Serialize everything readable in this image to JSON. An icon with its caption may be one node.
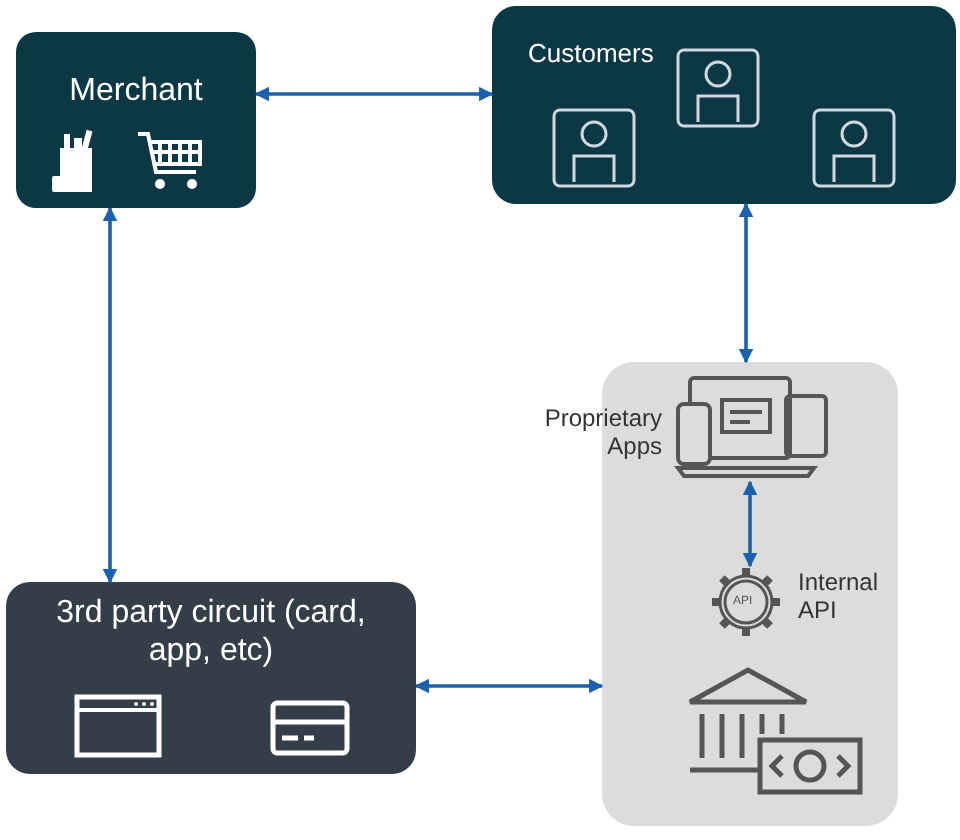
{
  "diagram": {
    "nodes": [
      {
        "text": [
          "Merchant"
        ]
      },
      {
        "text": [
          "Customers"
        ]
      },
      {
        "text": [],
        "shape": "box"
      },
      {
        "text": [
          "Proprietary Apps"
        ],
        "in": 2
      },
      {
        "text": [
          "Internal API"
        ],
        "in": 2
      },
      {
        "text": [
          "3rd party circuit (card, app, etc)"
        ]
      }
    ],
    "edges": [
      {
        "from": 0,
        "to": 1,
        "arrow": "both"
      },
      {
        "from": 0,
        "to": 5,
        "arrow": "both"
      },
      {
        "from": 1,
        "to": 2,
        "arrow": "both"
      },
      {
        "from": 3,
        "to": 4,
        "arrow": "both"
      },
      {
        "from": 5,
        "to": 2,
        "arrow": "both"
      }
    ],
    "labels": [
      "API"
    ]
  }
}
